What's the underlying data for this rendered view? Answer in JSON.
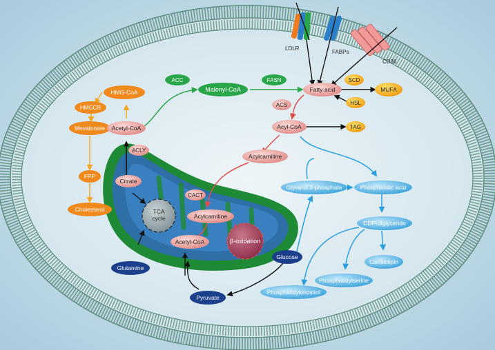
{
  "colors": {
    "background": "#c6dde8",
    "cytoplasm": "#dfecf2",
    "membrane": "#8fb3a8",
    "mito_outer": "#1f8a36",
    "mito_inner": "#2f6fa8",
    "enzyme": "#f08a1e",
    "pink_node": "#f0a8a8",
    "green_node": "#2aa64a",
    "blue_node": "#5ab4e6",
    "navy_node": "#1c3f8c",
    "yellow_node": "#f5c400",
    "orange_arrow": "#f5a623",
    "green_arrow": "#2aa64a",
    "red_arrow": "#e0504a",
    "blue_arrow": "#2a9fe0",
    "black_arrow": "#111111"
  },
  "nodes": {
    "ldlr": "LDLR",
    "fabps": "FABPs",
    "cd36": "CD36",
    "acc": "ACC",
    "fasn": "FASN",
    "malonyl_coa": "Malonyl-CoA",
    "fatty_acid": "Fatty acid",
    "scd": "SCD",
    "mufa": "MUFA",
    "hsl": "HSL",
    "acs": "ACS",
    "acyl_coa": "Acyl-CoA",
    "tag": "TAG",
    "hmg_coa": "HMG-CoA",
    "hmgcr": "HMGCR",
    "mevalonate": "Mevalonate",
    "fpp": "FPP",
    "cholesterol": "Cholesterol",
    "acetyl_coa_top": "Acetyl-CoA",
    "acly": "ACLY",
    "citrate": "Citrate",
    "tca_line1": "TCA",
    "tca_line2": "cycle",
    "acylcarnitine_top": "Acylcarnitine",
    "cact": "CACT",
    "acylcarnitine_mito": "Acylcarnitine",
    "acetyl_coa_mito": "Acetyl-CoA",
    "beta_oxidation": "β-oxidation",
    "glutamine": "Glutamine",
    "pyruvate": "Pyruvate",
    "glucose": "Glucose",
    "glycerol_3_phosphate": "Glyverol 3-phosphate",
    "phosphatidic_acid": "Phosphatidic acid",
    "cdp_diglyceride": "CDP-diglyceride",
    "cardiolipin": "Cardiiolipin",
    "phosphatidylserine": "Phosphatidylserine",
    "phosphatidylinositol": "Phosphatidykinositol"
  }
}
